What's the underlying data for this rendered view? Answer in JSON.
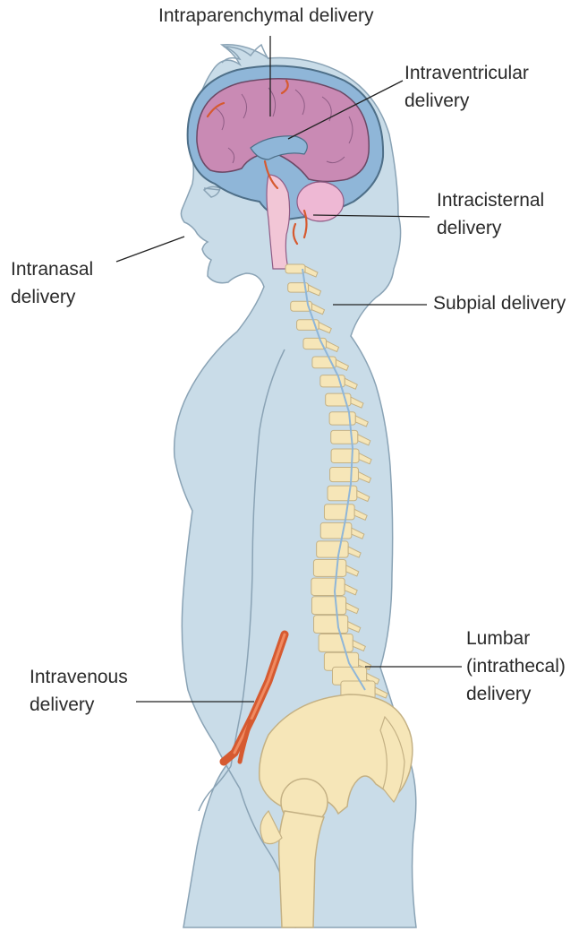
{
  "labels": {
    "intraparenchymal": "Intraparenchymal delivery",
    "intraventricular": [
      "Intraventricular",
      "delivery"
    ],
    "intracisternal": [
      "Intracisternal",
      "delivery"
    ],
    "intranasal": [
      "Intranasal",
      "delivery"
    ],
    "subpial": "Subpial delivery",
    "lumbar": [
      "Lumbar",
      "(intrathecal)",
      "delivery"
    ],
    "intravenous": [
      "Intravenous",
      "delivery"
    ]
  },
  "colors": {
    "body_fill": "#c9dce8",
    "body_outline": "#8aa3b5",
    "brain": "#c98ab4",
    "csf": "#8fb6d8",
    "cerebellum": "#eeb8d4",
    "brainstem": "#f2c6d6",
    "bone": "#f6e6b8",
    "bone_outline": "#c4b184",
    "vessel": "#d65a30",
    "leader_line": "#222222"
  }
}
